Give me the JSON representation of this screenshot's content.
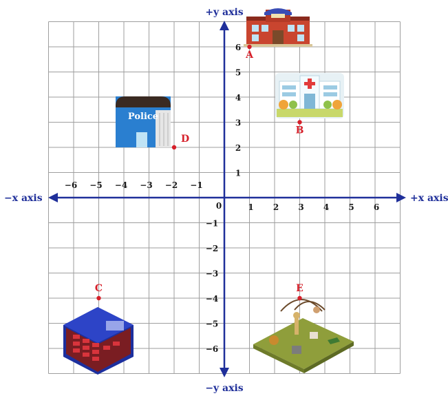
{
  "axes": {
    "pos_x_label": "+x axis",
    "neg_x_label": "−x axis",
    "pos_y_label": "+y axis",
    "neg_y_label": "−y axis",
    "origin_label": "0",
    "x_ticks": [
      "−6",
      "−5",
      "−4",
      "−3",
      "−2",
      "−1",
      "1",
      "2",
      "3",
      "4",
      "5",
      "6"
    ],
    "x_tick_values": [
      -6,
      -5,
      -4,
      -3,
      -2,
      -1,
      1,
      2,
      3,
      4,
      5,
      6
    ],
    "y_ticks": [
      "6",
      "5",
      "4",
      "3",
      "2",
      "1",
      "−1",
      "−2",
      "−3",
      "−4",
      "−5",
      "−6"
    ],
    "y_tick_values": [
      6,
      5,
      4,
      3,
      2,
      1,
      -1,
      -2,
      -3,
      -4,
      -5,
      -6
    ],
    "range": [
      -7,
      7
    ],
    "axis_color": "#1f2f9a"
  },
  "points": [
    {
      "label": "A",
      "x": 1,
      "y": 6
    },
    {
      "label": "B",
      "x": 3,
      "y": 3
    },
    {
      "label": "C",
      "x": -5,
      "y": -4
    },
    {
      "label": "D",
      "x": -2,
      "y": 2
    },
    {
      "label": "E",
      "x": 3,
      "y": -4
    }
  ],
  "places": {
    "police_sign": "Police",
    "school_icon": "school-building-icon",
    "hospital_icon": "hospital-building-icon",
    "police_icon": "police-station-icon",
    "theater_icon": "movie-theater-icon",
    "zoo_icon": "zoo-park-icon"
  },
  "colors": {
    "point": "#d6202a",
    "grid": "#9e9e9e",
    "axis": "#1f2f9a"
  }
}
